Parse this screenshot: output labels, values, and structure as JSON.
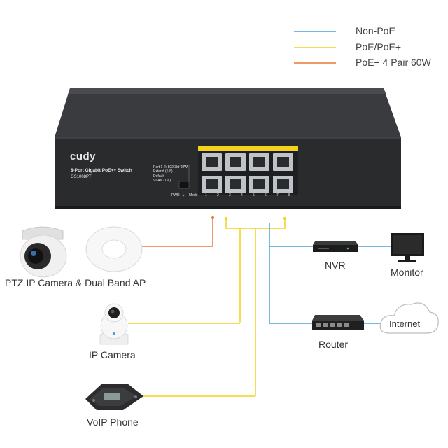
{
  "legend": [
    {
      "label": "Non-PoE",
      "color": "#4a9fd8"
    },
    {
      "label": "PoE/PoE+",
      "color": "#f2d21b"
    },
    {
      "label": "PoE+ 4 Pair 60W",
      "color": "#e8773a"
    }
  ],
  "switch": {
    "brand": "cudy",
    "name": "8-Port Gigabit PoE++ Switch",
    "model": "GS1008PT",
    "mode_lines": [
      "Port 1-2: 802.3bt 60W",
      "Extend (1-8)",
      "Default",
      "VLAN (1-6)"
    ],
    "pwr_label": "PWR",
    "mode_label": "Mode",
    "port_labels": [
      "1",
      "2",
      "3",
      "4",
      "5",
      "6",
      "7",
      "8"
    ],
    "body_color": "#2a2b2d",
    "poe_strip_color": "#f2d21b"
  },
  "devices": {
    "ptz": "PTZ IP Camera & Dual Band AP",
    "ipcam": "IP Camera",
    "voip": "VoIP Phone",
    "nvr": "NVR",
    "monitor": "Monitor",
    "router": "Router",
    "internet": "Internet"
  }
}
